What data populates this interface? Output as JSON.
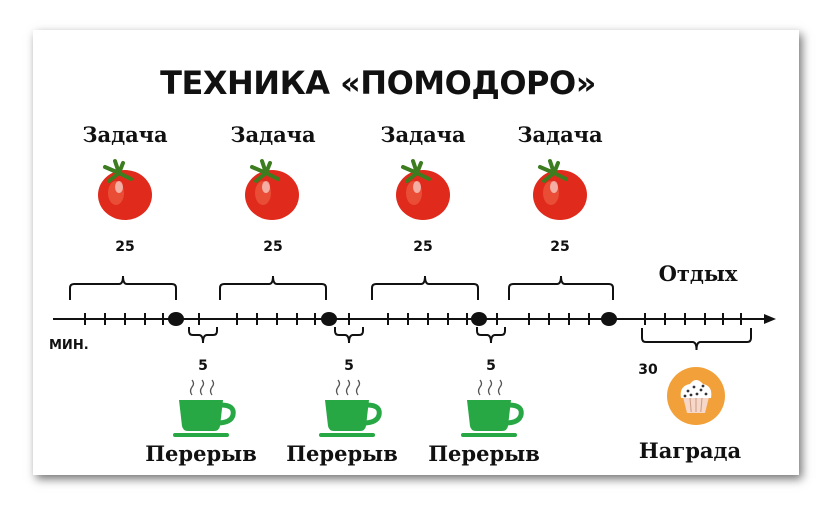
{
  "title": "ТЕХНИКА «ПОМОДОРО»",
  "unit_label": "МИН.",
  "tasks": [
    {
      "label": "Задача",
      "minutes": "25"
    },
    {
      "label": "Задача",
      "minutes": "25"
    },
    {
      "label": "Задача",
      "minutes": "25"
    },
    {
      "label": "Задача",
      "minutes": "25"
    }
  ],
  "breaks": [
    {
      "label": "Перерыв",
      "minutes": "5"
    },
    {
      "label": "Перерыв",
      "minutes": "5"
    },
    {
      "label": "Перерыв",
      "minutes": "5"
    }
  ],
  "rest": {
    "label": "Отдых",
    "minutes": "30",
    "reward_label": "Награда"
  },
  "colors": {
    "tomato": "#e02a1c",
    "tomato_leaf": "#3d7d1f",
    "cup": "#27a845",
    "reward_circle": "#f2a13a",
    "line": "#111111"
  },
  "icons": {
    "task": "tomato-icon",
    "break": "coffee-cup-icon",
    "reward": "cupcake-icon"
  }
}
